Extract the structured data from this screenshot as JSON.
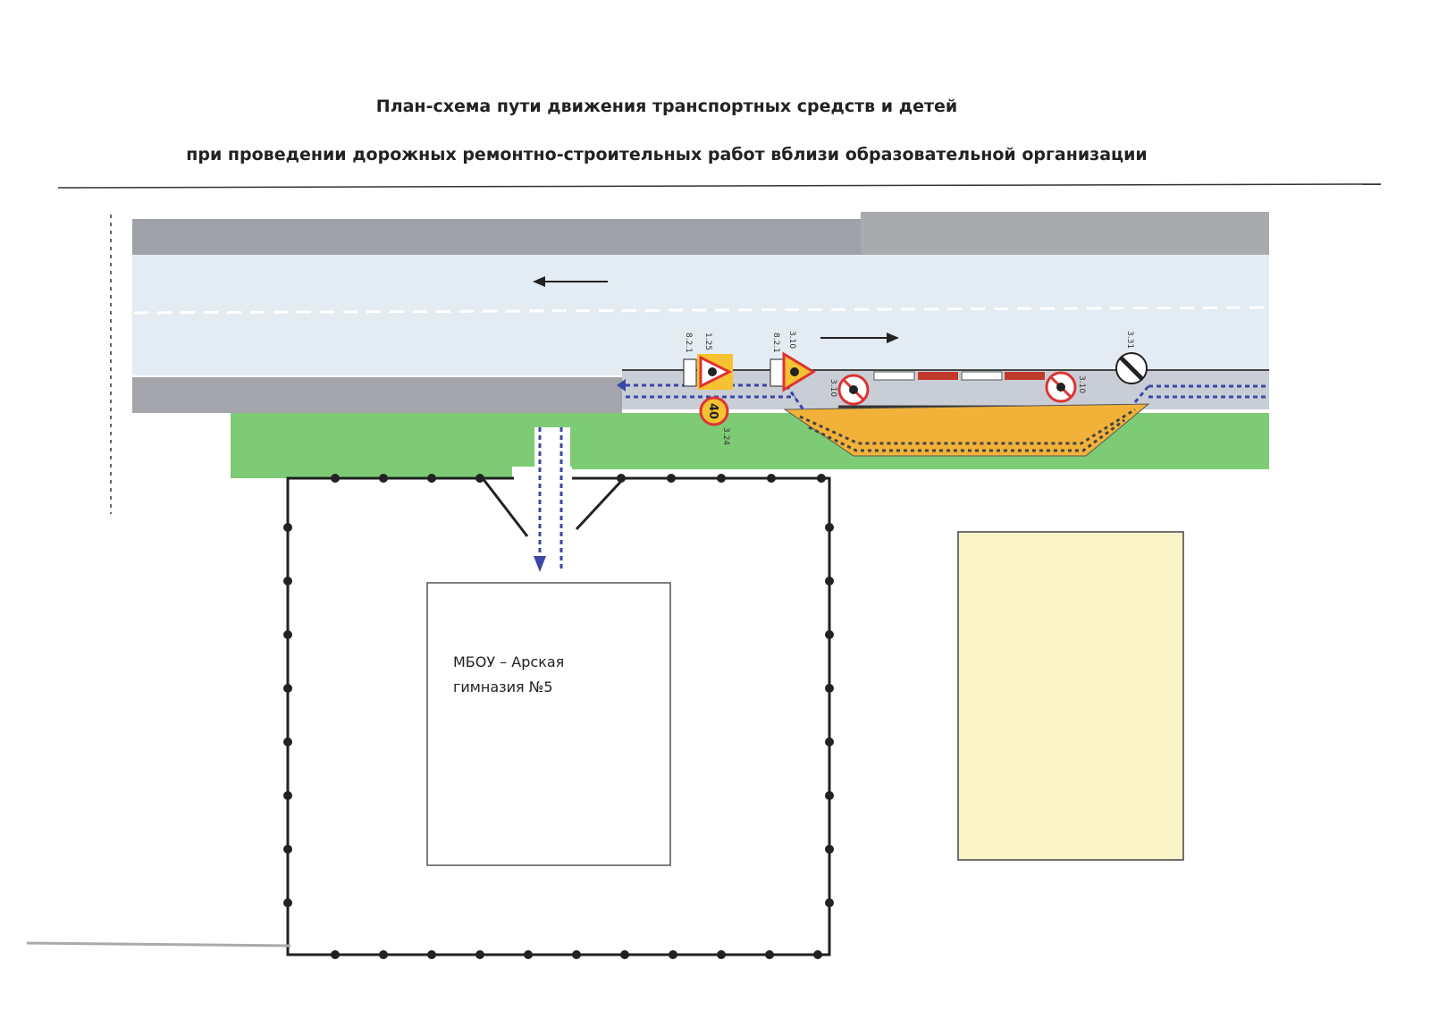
{
  "title": {
    "line1": "План-схема пути движения транспортных средств и детей",
    "line2": "при проведении дорожных ремонтно-строительных работ вблизи образовательной организации"
  },
  "school": {
    "line1": "МБОУ – Арская",
    "line2": "гимназия №5"
  },
  "signs": {
    "s1": "8.2.1",
    "s2": "1.25",
    "s3": "8.2.1",
    "s4": "3.10",
    "s5": "3.24",
    "s6": "3.10",
    "s7": "3.10",
    "s8": "3.31",
    "speed": "40"
  },
  "colors": {
    "road": "#e3ecf2",
    "curb": "#a3a5aa",
    "grass": "#7dcb74",
    "detour": "#f2b23a",
    "building": "#fbf3c8",
    "route": "#3a47a8"
  }
}
